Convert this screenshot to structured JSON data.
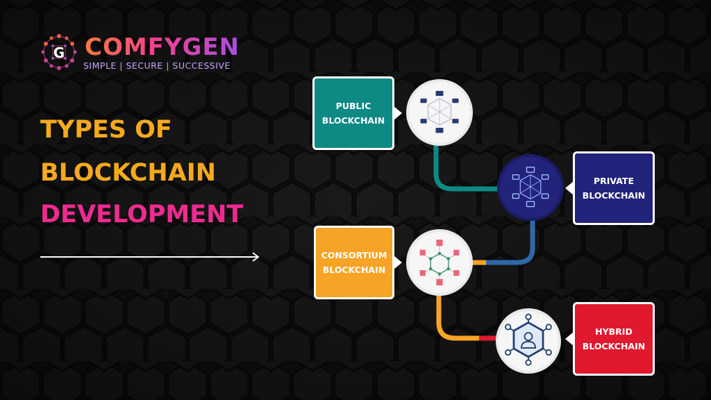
{
  "brand": {
    "name": "COMFYGEN",
    "tagline": "SIMPLE | SECURE | SUCCESSIVE",
    "logo_letter": "G"
  },
  "heading": {
    "line1": "TYPES OF",
    "line2": "BLOCKCHAIN",
    "line3": "DEVELOPMENT"
  },
  "types": [
    {
      "line1": "PUBLIC",
      "line2": "BLOCKCHAIN",
      "color": "#0e8a85",
      "icon": "network-devices-icon"
    },
    {
      "line1": "PRIVATE",
      "line2": "BLOCKCHAIN",
      "color": "#22237a",
      "icon": "network-devices-icon"
    },
    {
      "line1": "CONSORTIUM",
      "line2": "BLOCKCHAIN",
      "color": "#f7a325",
      "icon": "buildings-network-icon"
    },
    {
      "line1": "HYBRID",
      "line2": "BLOCKCHAIN",
      "color": "#e0192e",
      "icon": "hexagon-user-network-icon"
    }
  ],
  "colors": {
    "headline_orange": "#f5a91f",
    "headline_pink": "#ee2b8f",
    "teal": "#0e8a85",
    "navy": "#22237a",
    "blue_connector": "#2f67a8",
    "orange": "#f7a325",
    "red": "#e0192e"
  }
}
